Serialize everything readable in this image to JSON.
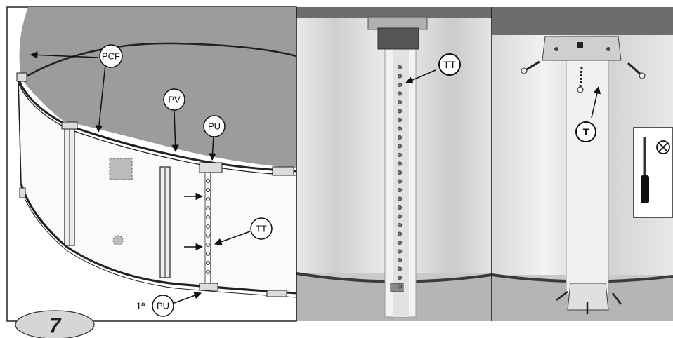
{
  "step": {
    "number": "7"
  },
  "panel_left": {
    "callouts": {
      "pcf": "PCF",
      "pv": "PV",
      "pu": "PU",
      "tt": "TT",
      "first_pu_prefix": "1ª",
      "first_pu": "PU"
    }
  },
  "panel_middle": {
    "callouts": {
      "tt": "TT"
    }
  },
  "panel_right": {
    "callouts": {
      "t": "T"
    },
    "inset_icons": [
      "screwdriver-icon",
      "prohibited-icon"
    ]
  },
  "colors": {
    "pool_water": "#9c9c9c",
    "outline": "#222222",
    "liner": "#dcdcdc",
    "photo_bg": "#cfcfcf"
  }
}
